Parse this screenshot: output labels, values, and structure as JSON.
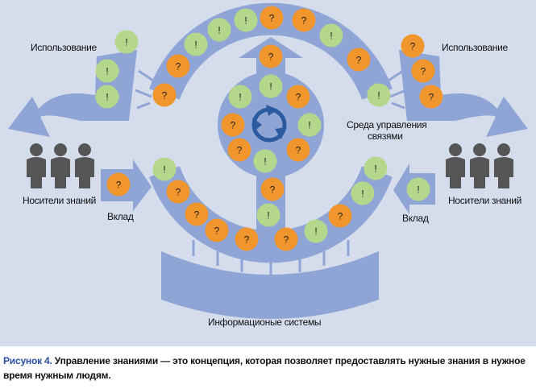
{
  "labels": {
    "usage_left": "Использование",
    "usage_right": "Использование",
    "carriers_left": "Носители знаний",
    "carriers_right": "Носители знаний",
    "input_left": "Вклад",
    "input_right": "Вклад",
    "environment_line1": "Среда управления",
    "environment_line2": "связями",
    "info_systems": "Информационые системы"
  },
  "caption": {
    "figure": "Рисунок 4.",
    "text": "Управление знаниями — это концепция, которая позволяет предоставлять нужные знания в нужное время нужным людям."
  },
  "colors": {
    "background": "#d5dcec",
    "band": "#8ea5d6",
    "question": "#f0962c",
    "answer": "#b5d78c",
    "people": "#555555",
    "cycle": "#2c5aa0"
  },
  "tokens": {
    "left_usage": [
      "!",
      "!",
      "!"
    ],
    "top_arc": [
      "?",
      "?",
      "!",
      "!",
      "!",
      "?",
      "?",
      "!",
      "?",
      "!"
    ],
    "right_usage": [
      "?",
      "?",
      "?"
    ],
    "center": [
      "?",
      "!",
      "!",
      "?",
      "?",
      "!",
      "?",
      "?",
      "!",
      "?",
      "!"
    ],
    "bottom_arc": [
      "!",
      "?",
      "?",
      "?",
      "?",
      "?",
      "!",
      "?",
      "!",
      "!"
    ],
    "left_input": [
      "?"
    ],
    "right_input": [
      "!"
    ]
  }
}
